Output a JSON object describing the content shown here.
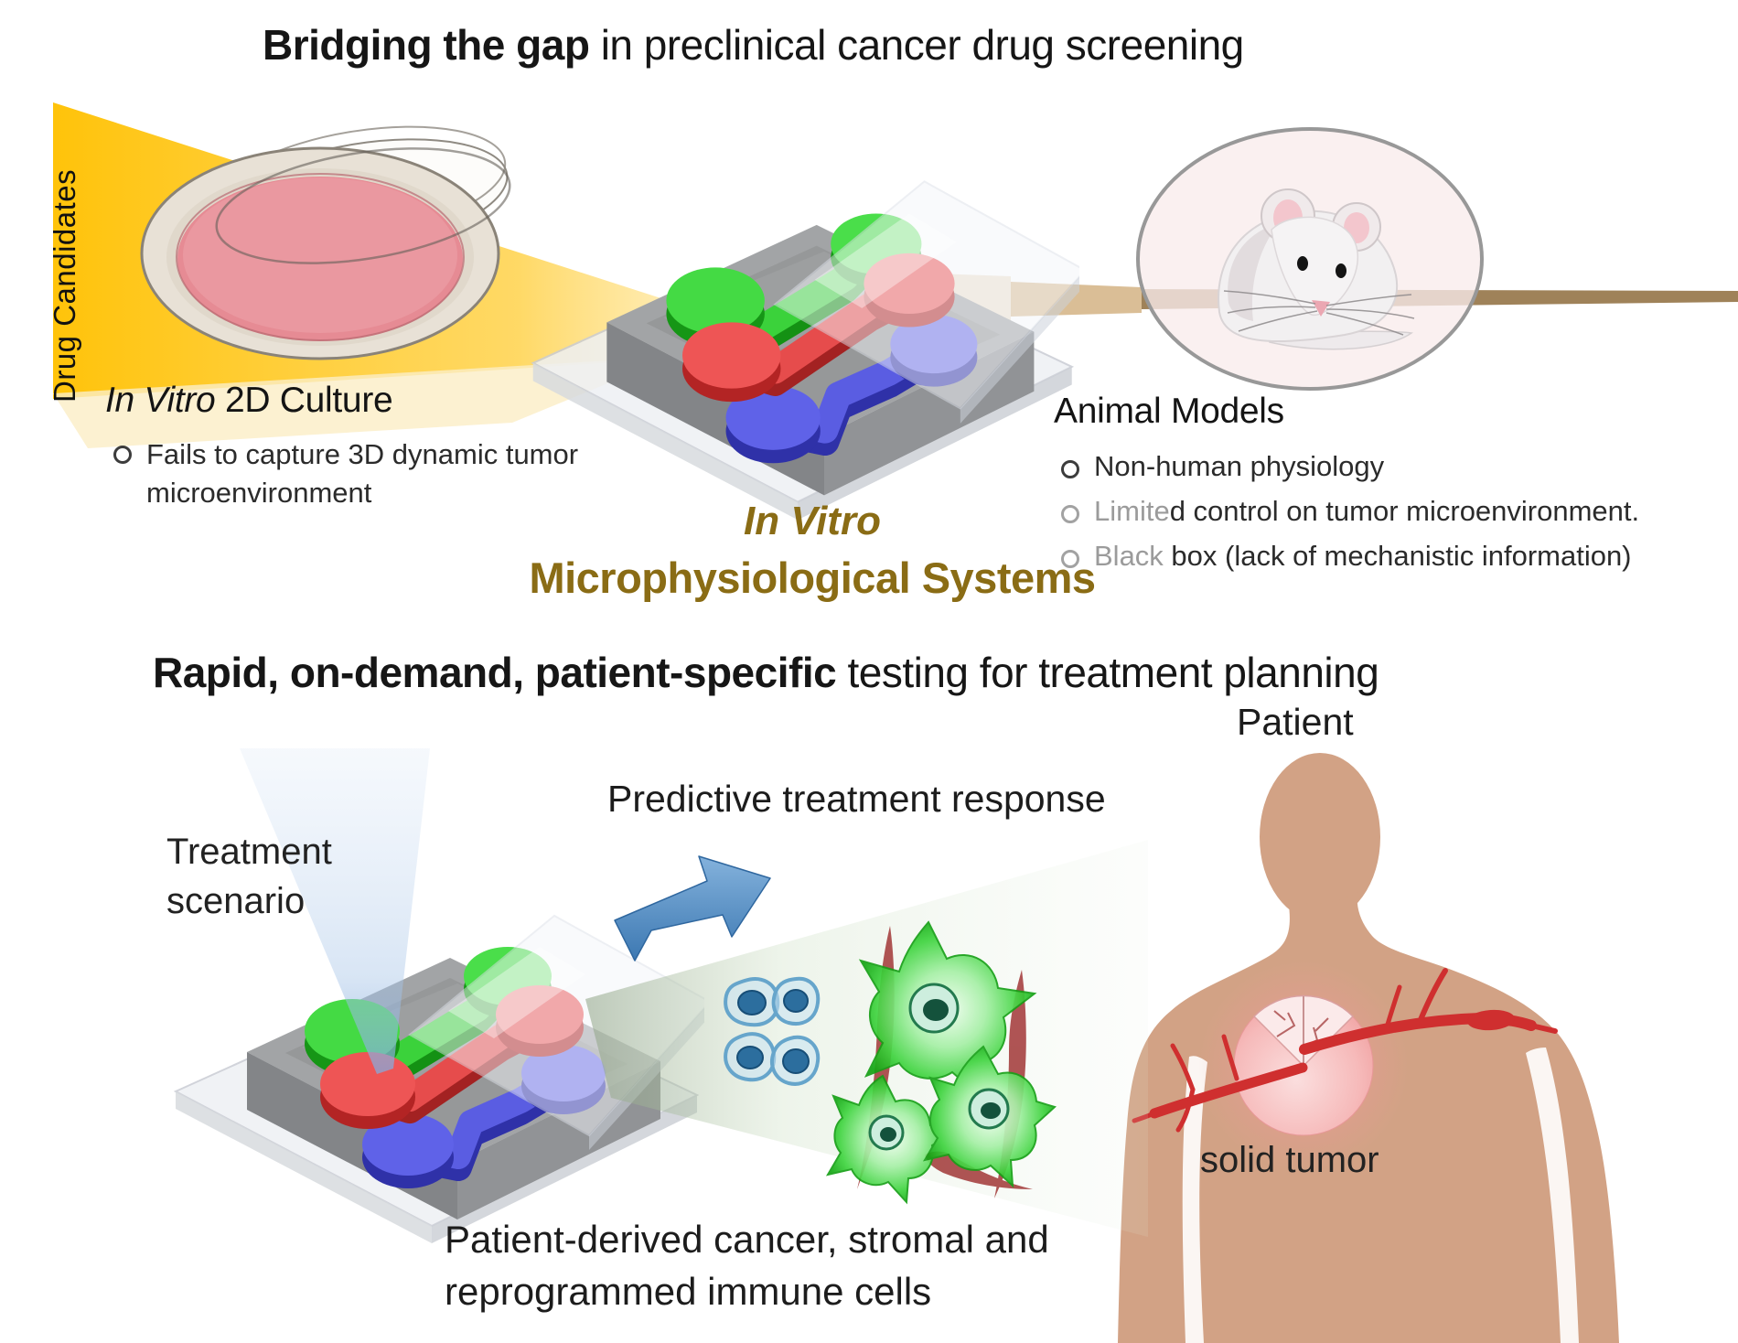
{
  "top": {
    "title_bold": "Bridging the gap",
    "title_rest": " in preclinical cancer drug screening",
    "drug_candidates_label": "Drug Candidates",
    "culture_heading_italic": "In Vitro",
    "culture_heading_rest": " 2D Culture",
    "culture_bullet": "Fails to capture 3D dynamic tumor microenvironment",
    "mps_line1": "In Vitro",
    "mps_line2": "Microphysiological Systems",
    "animal_heading": "Animal Models",
    "animal_bullet1": "Non-human physiology",
    "animal_bullet2_gray": "Limite",
    "animal_bullet2_rest": "d control on tumor microenvironment.",
    "animal_bullet3_gray": "Black",
    "animal_bullet3_rest": " box (lack of mechanistic information)"
  },
  "bottom": {
    "title_bold": "Rapid, on-demand, patient-specific",
    "title_rest": " testing for treatment planning",
    "patient_label": "Patient",
    "treatment_line1": "Treatment",
    "treatment_line2": "scenario",
    "predictive_label": "Predictive treatment response",
    "cells_caption_line1": "Patient-derived cancer, stromal and",
    "cells_caption_line2": "reprogrammed immune cells",
    "solid_tumor_label": "solid tumor"
  },
  "colors": {
    "accent_gold": "#8a6c15",
    "funnel_yellow": "#ffc713",
    "channel_green": "#3bd23b",
    "channel_red": "#e64c4c",
    "channel_blue": "#5a5de2",
    "arrow_blue": "#4c84ba",
    "body_tan": "#d2a285",
    "tumor_red": "#cf2f2f",
    "mouse_ellipse_pink": "#f8ecec",
    "beam_tan": "#c8a26b"
  }
}
